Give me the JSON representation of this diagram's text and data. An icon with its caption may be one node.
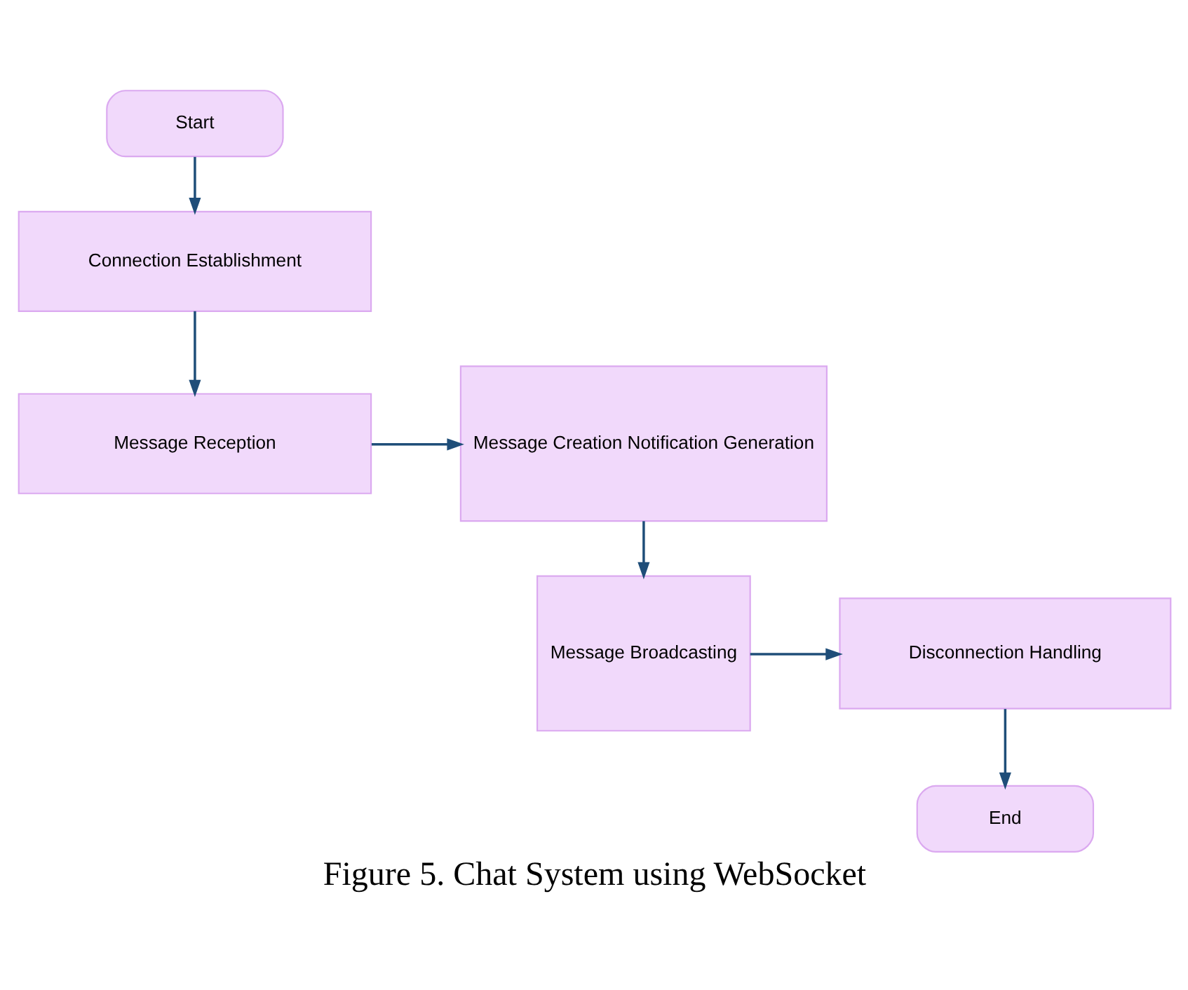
{
  "diagram": {
    "caption": "Figure 5. Chat System using WebSocket",
    "nodes": [
      {
        "text": [
          "Start"
        ]
      },
      {
        "text": [
          "Connection Establishment"
        ]
      },
      {
        "text": [
          "Message Reception"
        ]
      },
      {
        "text": [
          "Message Creation Notification Generation"
        ]
      },
      {
        "text": [
          "Message Broadcasting"
        ]
      },
      {
        "text": [
          "Disconnection Handling"
        ]
      },
      {
        "text": [
          "End"
        ]
      }
    ],
    "edges": [
      {
        "from": 0,
        "to": 1,
        "arrow": "to"
      },
      {
        "from": 1,
        "to": 2,
        "arrow": "to"
      },
      {
        "from": 2,
        "to": 3,
        "arrow": "to"
      },
      {
        "from": 3,
        "to": 4,
        "arrow": "to"
      },
      {
        "from": 4,
        "to": 5,
        "arrow": "to"
      },
      {
        "from": 5,
        "to": 6,
        "arrow": "to"
      }
    ]
  }
}
